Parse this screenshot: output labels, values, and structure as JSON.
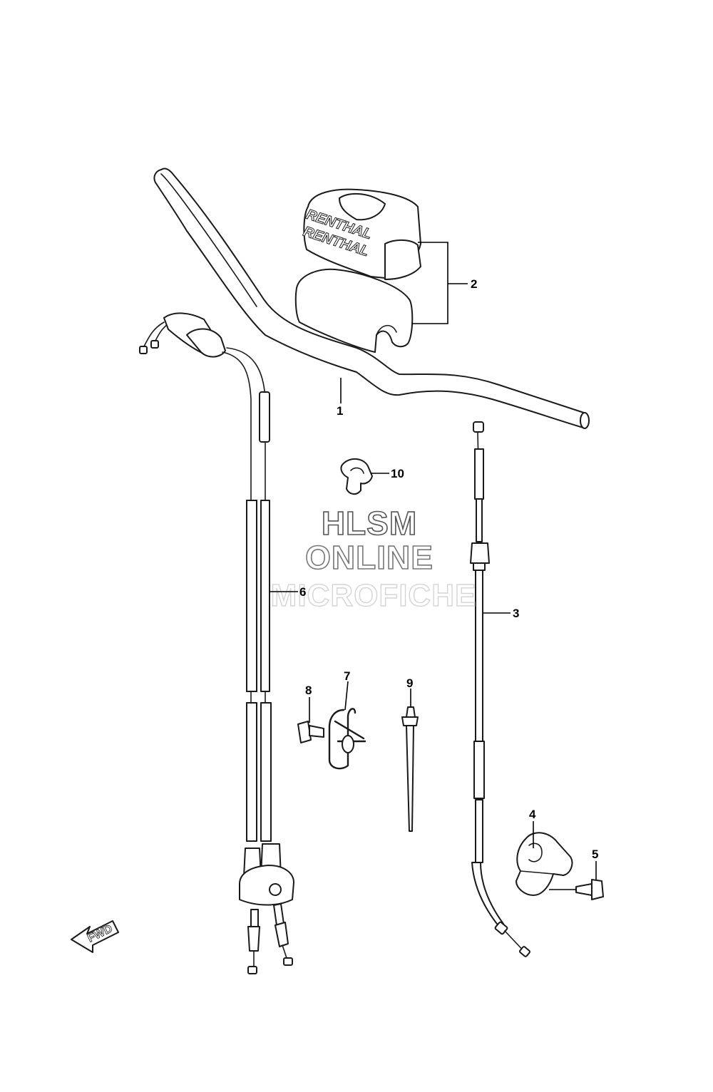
{
  "watermark": {
    "line1": "HLSM",
    "line2": "ONLINE",
    "line3": "MICROFICHE"
  },
  "direction_arrow": {
    "label": "FWD"
  },
  "pad_branding": {
    "text1": "RENTHAL",
    "text2": "RENTHAL"
  },
  "callouts": [
    {
      "id": "1",
      "part": "handlebar"
    },
    {
      "id": "2",
      "part": "handlebar-pad"
    },
    {
      "id": "3",
      "part": "clutch-cable"
    },
    {
      "id": "4",
      "part": "cable-holder-bracket"
    },
    {
      "id": "5",
      "part": "bolt"
    },
    {
      "id": "6",
      "part": "throttle-cable-assembly"
    },
    {
      "id": "7",
      "part": "cable-clamp"
    },
    {
      "id": "8",
      "part": "clamp-bolt"
    },
    {
      "id": "9",
      "part": "cable-tie"
    },
    {
      "id": "10",
      "part": "cable-guide-clip"
    }
  ]
}
